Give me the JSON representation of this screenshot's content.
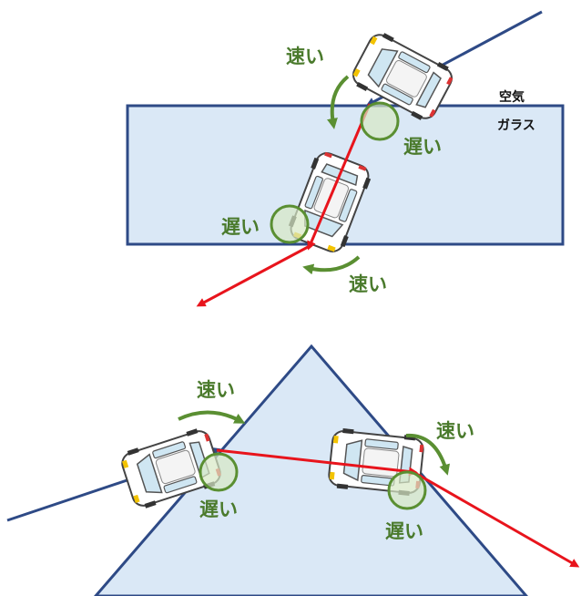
{
  "title_fragment": "",
  "media": {
    "air": "空気",
    "glass": "ガラス"
  },
  "labels": {
    "top_fast_1": "速い",
    "top_slow_1": "遅い",
    "top_slow_2": "遅い",
    "top_fast_2": "速い",
    "prism_fast_left": "速い",
    "prism_slow_left": "遅い",
    "prism_fast_right": "速い",
    "prism_slow_right": "遅い"
  },
  "colors": {
    "glass_fill": "#dae8f6",
    "glass_stroke": "#2e4a86",
    "incoming_ray": "#2e4a86",
    "refracted_ray": "#e8141c",
    "wheel_circle": "#5a8f32",
    "label_text": "#4a7a2c"
  }
}
